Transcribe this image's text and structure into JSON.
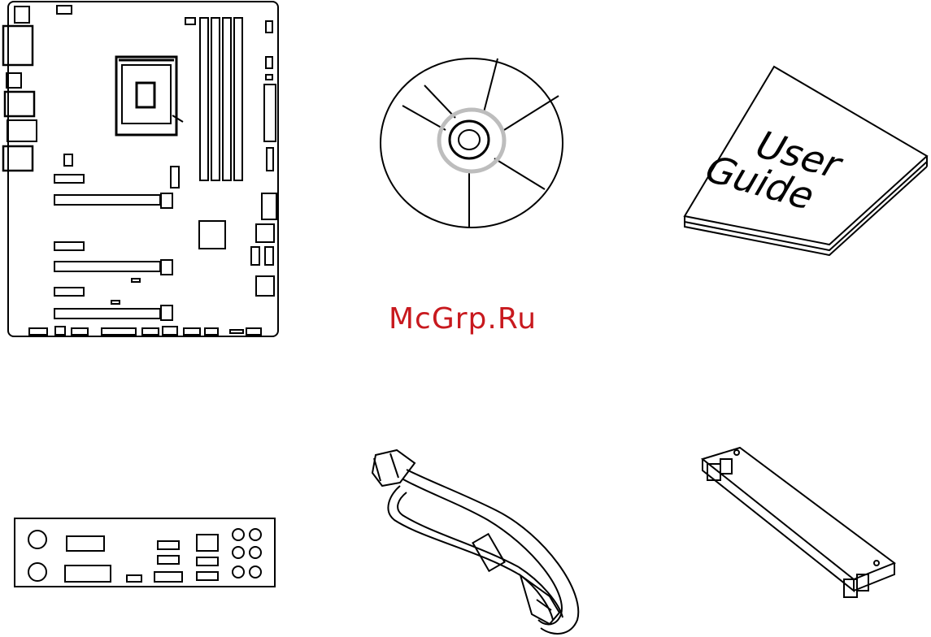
{
  "manual_page": {
    "user_guide": {
      "cover_line1": "User",
      "cover_line2": "Guide"
    },
    "watermark": {
      "text": "McGrp.Ru",
      "color": "#c8191e"
    },
    "colors": {
      "line_art": "#000000",
      "disc_ring": "#bdbdbd"
    }
  }
}
